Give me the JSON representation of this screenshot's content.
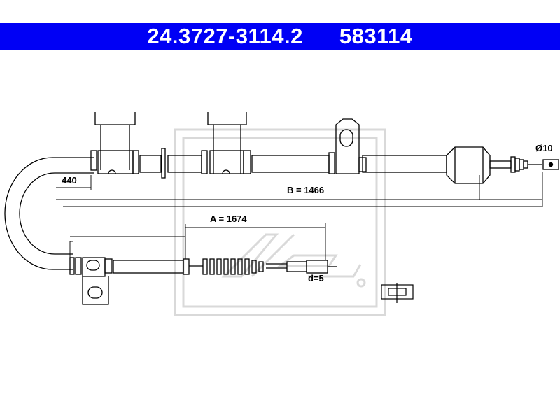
{
  "header": {
    "part_number": "24.3727-3114.2",
    "ref_number": "583114",
    "background": "#0000f5"
  },
  "dimensions": {
    "label_440": "440",
    "label_b": "B = 1466",
    "label_a": "A = 1674",
    "label_diameter": "Ø10",
    "label_d": "d=5"
  },
  "watermark": {
    "text": "ate"
  },
  "colors": {
    "line": "#000000",
    "watermark": "#d9d9d9"
  }
}
